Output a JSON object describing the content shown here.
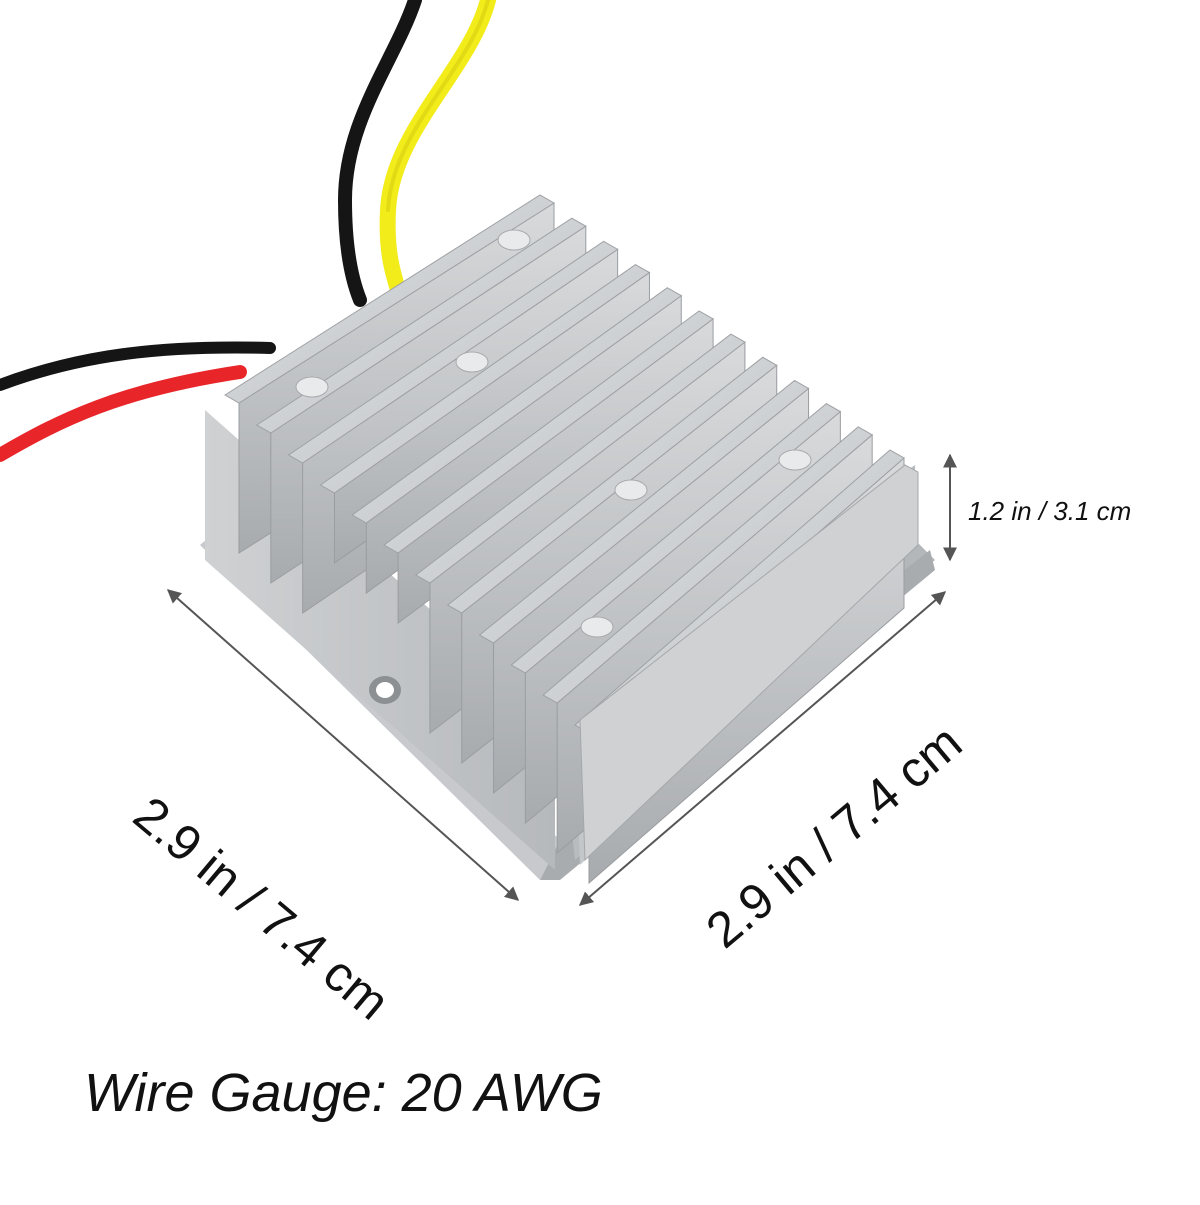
{
  "product": {
    "name_icon": "dc-converter-heatsink-module",
    "wire_colors": {
      "black": "#151515",
      "yellow": "#f2ec1a",
      "red": "#e8262a"
    },
    "housing_color": "#c9ccce"
  },
  "dimensions": {
    "length_label": "2.9 in / 7.4 cm",
    "width_label": "2.9 in / 7.4 cm",
    "height_label": "1.2 in / 3.1 cm"
  },
  "caption": "Wire Gauge: 20 AWG"
}
